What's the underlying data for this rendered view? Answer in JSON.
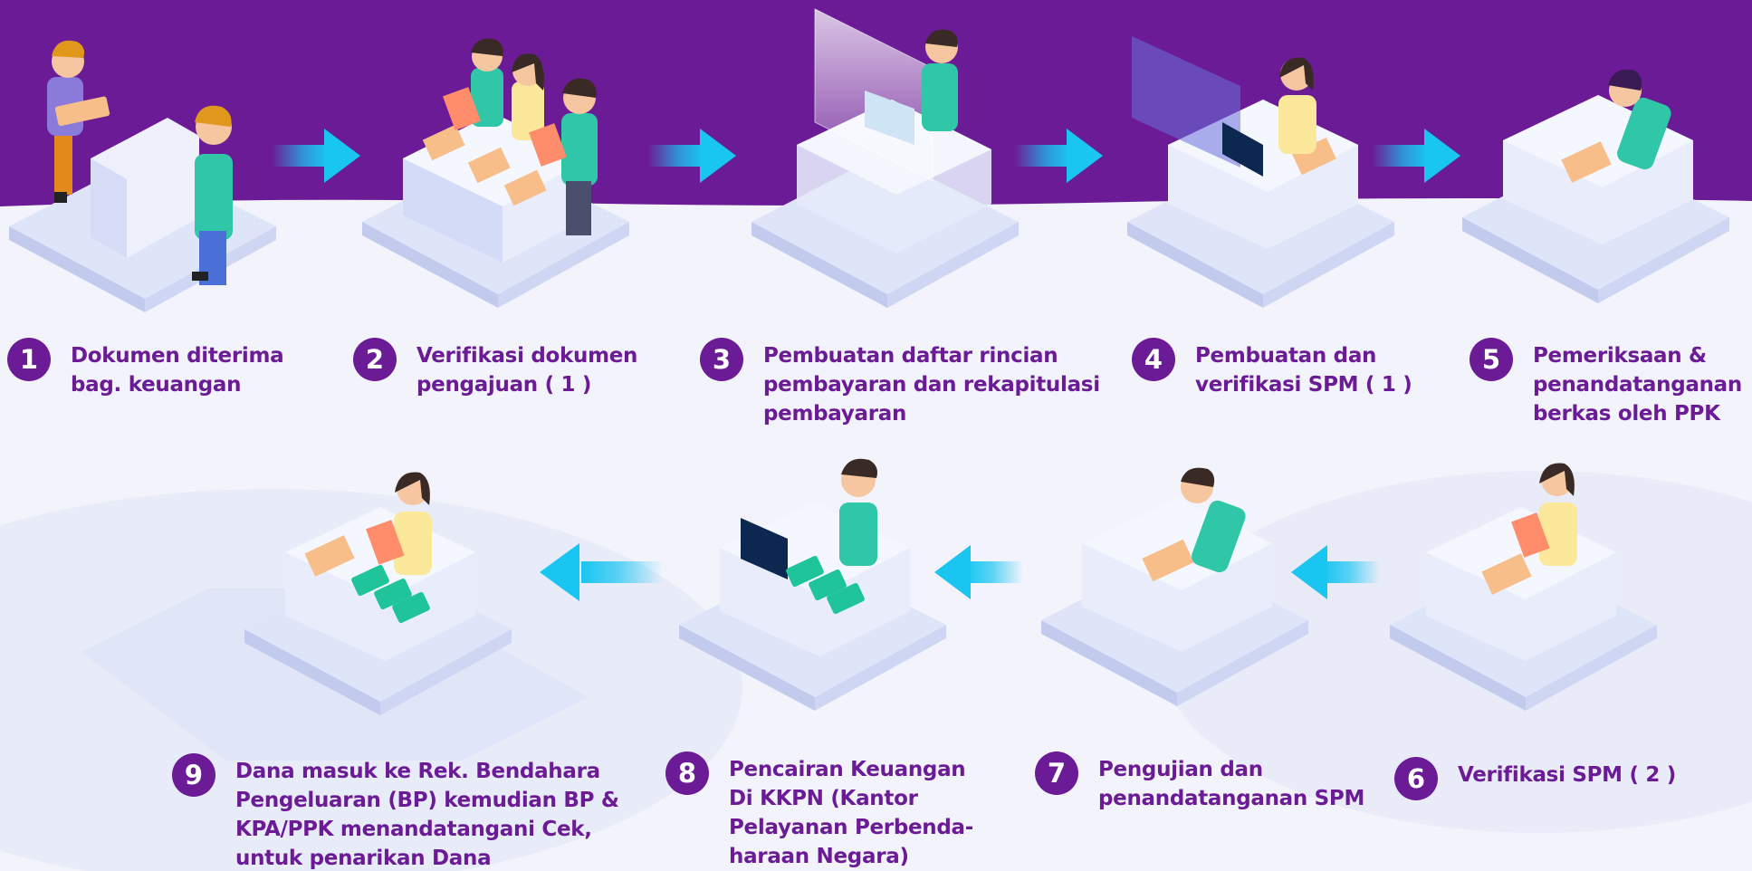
{
  "colors": {
    "banner": "#6b1b96",
    "accent_text": "#6b1b96",
    "arrow": "#19c6f2",
    "platform": "#dfe5f8",
    "desk": "#e9edfb",
    "skin": "#f5c6a0",
    "shirt_teal": "#2fc7a8",
    "shirt_yellow": "#fbe89a",
    "paper": "#f7be8a",
    "money": "#1fc49a",
    "monitor": "#0d2850"
  },
  "steps": [
    {
      "number": "1",
      "lines": [
        "Dokumen diterima",
        "bag. keuangan"
      ],
      "icon": "document-handover-illustration"
    },
    {
      "number": "2",
      "lines": [
        "Verifikasi dokumen",
        "pengajuan  ( 1 )"
      ],
      "icon": "document-verification-illustration"
    },
    {
      "number": "3",
      "lines": [
        "Pembuatan daftar rincian",
        "pembayaran dan rekapitulasi",
        "pembayaran"
      ],
      "icon": "payment-list-illustration"
    },
    {
      "number": "4",
      "lines": [
        "Pembuatan dan",
        "verifikasi SPM ( 1 )"
      ],
      "icon": "spm-creation-illustration"
    },
    {
      "number": "5",
      "lines": [
        "Pemeriksaan &",
        "penandatanganan",
        "berkas oleh PPK"
      ],
      "icon": "ppk-signing-illustration"
    },
    {
      "number": "6",
      "lines": [
        "Verifikasi SPM ( 2 )"
      ],
      "icon": "spm-verification-illustration"
    },
    {
      "number": "7",
      "lines": [
        "Pengujian dan",
        "penandatanganan SPM"
      ],
      "icon": "spm-testing-illustration"
    },
    {
      "number": "8",
      "lines": [
        "Pencairan Keuangan",
        "Di KKPN (Kantor",
        "Pelayanan Perbenda-",
        "haraan Negara)"
      ],
      "icon": "kkpn-disbursement-illustration"
    },
    {
      "number": "9",
      "lines": [
        "Dana masuk ke Rek. Bendahara",
        "Pengeluaran (BP) kemudian BP &",
        "KPA/PPK menandatangani Cek,",
        "untuk penarikan Dana"
      ],
      "icon": "cash-withdrawal-illustration"
    }
  ],
  "flow_arrows": [
    {
      "from": "1",
      "to": "2",
      "direction": "right"
    },
    {
      "from": "2",
      "to": "3",
      "direction": "right"
    },
    {
      "from": "3",
      "to": "4",
      "direction": "right"
    },
    {
      "from": "4",
      "to": "5",
      "direction": "right"
    },
    {
      "from": "6",
      "to": "7",
      "direction": "left"
    },
    {
      "from": "7",
      "to": "8",
      "direction": "left"
    },
    {
      "from": "8",
      "to": "9",
      "direction": "left"
    }
  ]
}
